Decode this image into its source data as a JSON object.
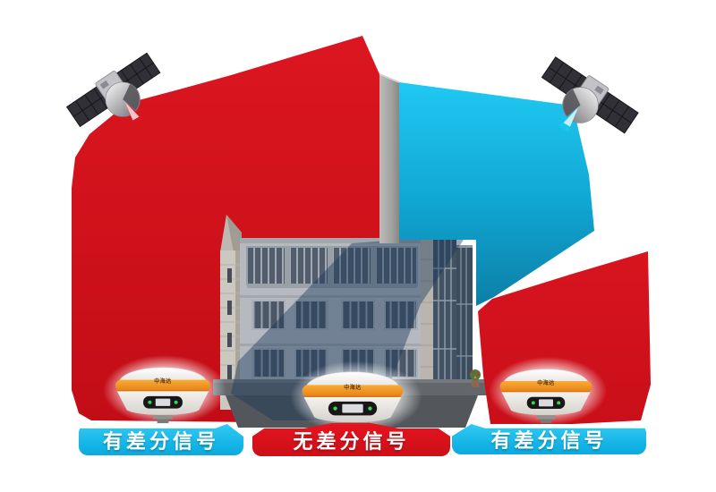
{
  "colors": {
    "background": "#ffffff",
    "signal_red": "#d2101b",
    "signal_cyan": "#18c4f0",
    "label_cyan": "#1ec1f0",
    "label_red": "#d8141f",
    "building_wall": "#b6bac0",
    "window_glass": "#4b5766",
    "orange_band": "#f59b2c"
  },
  "satellites": [
    {
      "id": "satellite-left",
      "beam": "red"
    },
    {
      "id": "satellite-right",
      "beam": "cyan"
    }
  ],
  "building": {
    "floors": 3
  },
  "receivers": [
    {
      "brand": "中海达",
      "status": "有差分信号",
      "label_color": "#1ec1f0"
    },
    {
      "brand": "中海达",
      "status": "无差分信号",
      "label_color": "#d8141f"
    },
    {
      "brand": "中海达",
      "status": "有差分信号",
      "label_color": "#1ec1f0"
    }
  ]
}
